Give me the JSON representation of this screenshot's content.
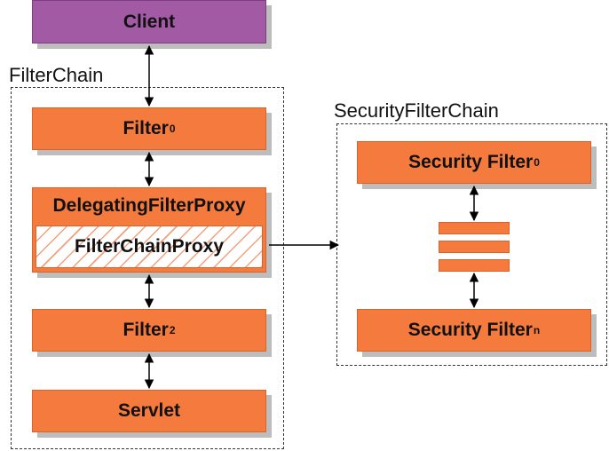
{
  "client": {
    "label": "Client"
  },
  "filter_chain": {
    "label": "FilterChain",
    "filter0": {
      "label": "Filter",
      "sub": "0"
    },
    "delegating": {
      "label": "DelegatingFilterProxy",
      "inner_label": "FilterChainProxy"
    },
    "filter2": {
      "label": "Filter",
      "sub": "2"
    },
    "servlet": {
      "label": "Servlet"
    }
  },
  "security_filter_chain": {
    "label": "SecurityFilterChain",
    "security_filter0": {
      "label": "Security Filter",
      "sub": "0"
    },
    "security_filtern": {
      "label": "Security Filter",
      "sub": "n"
    }
  },
  "colors": {
    "orange": "#f47a3d",
    "purple": "#a35aa5",
    "hatch": "#f4a07a",
    "shadow": "#bdbdbd"
  }
}
